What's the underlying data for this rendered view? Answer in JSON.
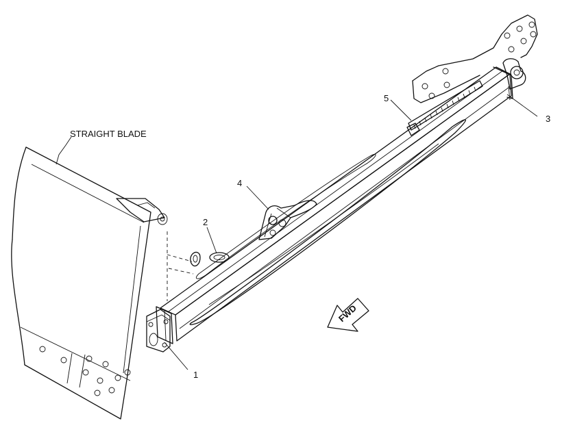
{
  "labels": {
    "blade": "STRAIGHT BLADE",
    "part1": "1",
    "part2": "2",
    "part3": "3",
    "part4": "4",
    "part5": "5",
    "fwd": "FWD"
  }
}
